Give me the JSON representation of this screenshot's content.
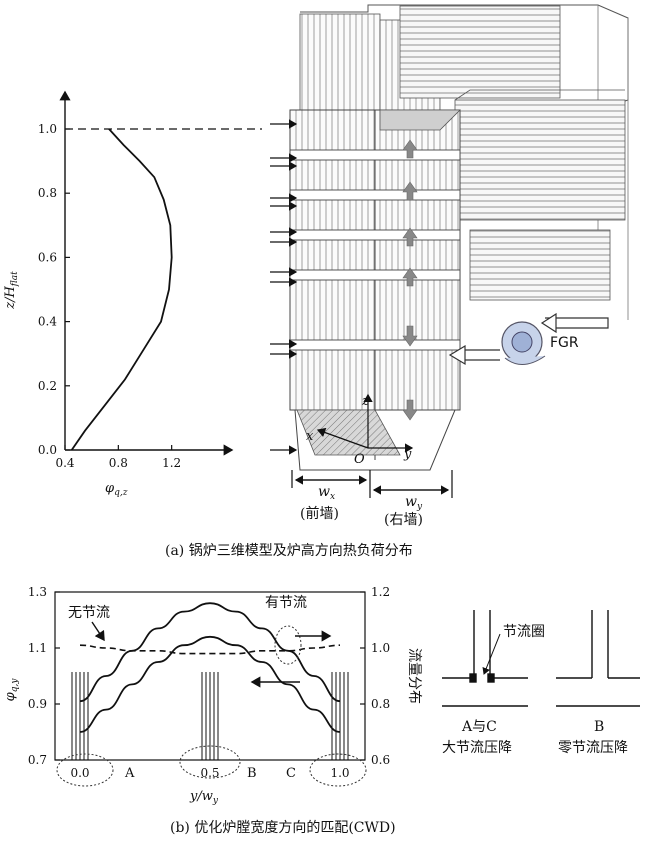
{
  "top_chart": {
    "caption": "(a) 锅炉三维模型及炉高方向热负荷分布",
    "y_axis_label": "z/H",
    "y_axis_label_sub": "flat",
    "x_axis_label": "φ",
    "x_axis_label_sub": "q,z",
    "y_ticks": [
      "0.0",
      "0.2",
      "0.4",
      "0.6",
      "0.8",
      "1.0"
    ],
    "x_ticks": [
      "0.4",
      "0.8",
      "1.2"
    ],
    "chart_data": {
      "type": "line",
      "x": [
        0.73,
        0.84,
        0.96,
        1.07,
        1.14,
        1.19,
        1.2,
        1.18,
        1.12,
        1.0,
        0.85,
        0.7,
        0.55,
        0.45
      ],
      "y": [
        1.0,
        0.95,
        0.9,
        0.85,
        0.78,
        0.7,
        0.6,
        0.5,
        0.4,
        0.32,
        0.22,
        0.14,
        0.06,
        0.0
      ],
      "xlim": [
        0.4,
        1.6
      ],
      "ylim": [
        0.0,
        1.0
      ]
    }
  },
  "boiler": {
    "fgr_label": "FGR",
    "axis_z": "z",
    "axis_x": "x",
    "axis_y": "y",
    "origin": "O",
    "wx_label": "w",
    "wx_sub": "x",
    "wy_label": "w",
    "wy_sub": "y",
    "front_wall": "(前墙)",
    "right_wall": "(右墙)"
  },
  "bottom_chart": {
    "caption": "(b) 优化炉膛宽度方向的匹配(CWD)",
    "y_left_label": "φ",
    "y_left_sub": "q,y",
    "y_right_label": "流量分布",
    "x_label": "y/w",
    "x_label_sub": "y",
    "left_ticks": [
      "0.7",
      "0.9",
      "1.1",
      "1.3"
    ],
    "right_ticks": [
      "0.6",
      "0.8",
      "1.0",
      "1.2"
    ],
    "x_ticks": [
      "0.0",
      "0.5",
      "1.0"
    ],
    "region_labels": [
      "A",
      "B",
      "C"
    ],
    "label_no_throttle": "无节流",
    "label_with_throttle": "有节流",
    "chart_data": {
      "type": "line",
      "x": [
        0.0,
        0.1,
        0.2,
        0.3,
        0.4,
        0.5,
        0.6,
        0.7,
        0.8,
        0.9,
        1.0
      ],
      "series": [
        {
          "values": [
            0.91,
            1.0,
            1.09,
            1.17,
            1.23,
            1.26,
            1.23,
            1.17,
            1.09,
            1.0,
            0.91
          ]
        },
        {
          "values": [
            0.8,
            0.88,
            0.97,
            1.05,
            1.11,
            1.14,
            1.11,
            1.05,
            0.97,
            0.88,
            0.8
          ]
        },
        {
          "values": [
            1.11,
            1.1,
            1.09,
            1.09,
            1.08,
            1.08,
            1.08,
            1.09,
            1.09,
            1.1,
            1.11
          ]
        }
      ],
      "ylim": [
        0.7,
        1.3
      ],
      "y2lim": [
        0.6,
        1.2
      ]
    }
  },
  "legend_right": {
    "throttle_ring_label": "节流圈",
    "case_ac_line1": "A与C",
    "case_ac_line2": "大节流压降",
    "case_b_line1": "B",
    "case_b_line2": "零节流压降"
  }
}
